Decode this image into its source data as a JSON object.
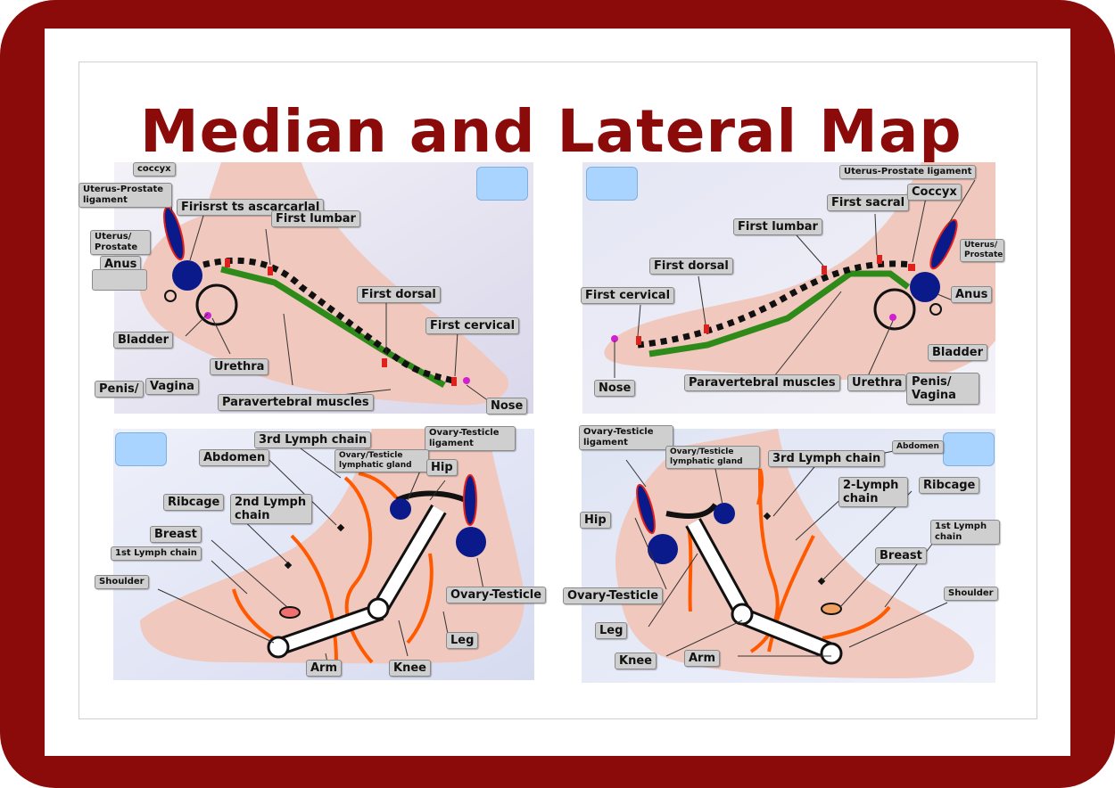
{
  "title": "Median and Lateral Map",
  "colors": {
    "frame": "#8b0a0a",
    "title": "#8b0a0a",
    "spine_green": "#2e8b1a",
    "lymph_orange": "#ff5a00",
    "organ_blue": "#0a1a8a",
    "marker_red": "#e0201a",
    "chip_blue": "#a8d4ff"
  },
  "panel1": {
    "coccyx": "coccyx",
    "uterus_prostate_ligament": "Uterus-Prostate ligament",
    "first_sacral": "Firisrst ts ascarcarlal",
    "first_lumbar": "First lumbar",
    "uterus_prostate": "Uterus/ Prostate",
    "anus": "Anus",
    "first_dorsal": "First dorsal",
    "first_cervical": "First cervical",
    "bladder": "Bladder",
    "urethra": "Urethra",
    "penis": "Penis/",
    "vagina": "Vagina",
    "paravertebral": "Paravertebral muscles",
    "nose": "Nose"
  },
  "panel2": {
    "uterus_prostate_ligament": "Uterus-Prostate ligament",
    "first_sacral": "First sacral",
    "coccyx": "Coccyx",
    "first_lumbar": "First lumbar",
    "uterus_prostate": "Uterus/ Prostate",
    "first_dorsal": "First dorsal",
    "first_cervical": "First cervical",
    "anus": "Anus",
    "bladder": "Bladder",
    "nose": "Nose",
    "paravertebral": "Paravertebral muscles",
    "urethra": "Urethra",
    "penis_vagina": "Penis/ Vagina"
  },
  "panel3": {
    "third_lymph": "3rd Lymph chain",
    "ovary_testicle_ligament": "Ovary-Testicle ligament",
    "abdomen": "Abdomen",
    "ovary_lymph_gland": "Ovary/Testicle lymphatic gland",
    "hip": "Hip",
    "ribcage": "Ribcage",
    "second_lymph": "2nd Lymph chain",
    "breast": "Breast",
    "first_lymph": "1st Lymph chain",
    "shoulder": "Shoulder",
    "ovary_testicle": "Ovary-Testicle",
    "leg": "Leg",
    "arm": "Arm",
    "knee": "Knee"
  },
  "panel4": {
    "ovary_testicle_ligament": "Ovary-Testicle ligament",
    "ovary_lymph_gland": "Ovary/Testicle lymphatic gland",
    "third_lymph": "3rd Lymph chain",
    "abdomen": "Abdomen",
    "second_lymph": "2-Lymph chain",
    "ribcage": "Ribcage",
    "hip": "Hip",
    "first_lymph": "1st Lymph chain",
    "breast": "Breast",
    "ovary_testicle": "Ovary-Testicle",
    "shoulder": "Shoulder",
    "leg": "Leg",
    "knee": "Knee",
    "arm": "Arm"
  }
}
